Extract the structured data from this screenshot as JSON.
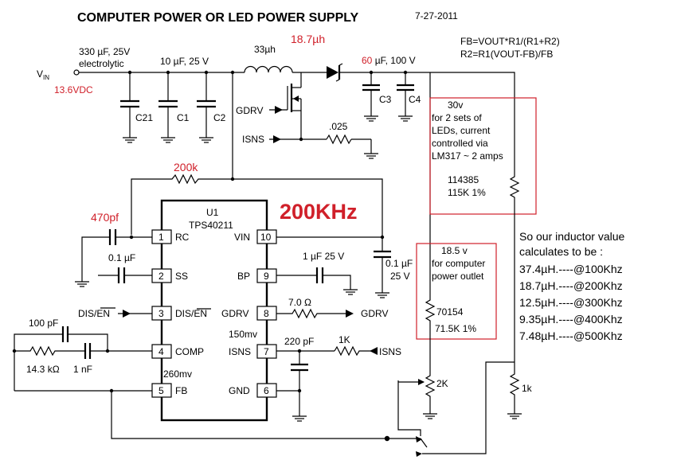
{
  "title": "COMPUTER POWER OR LED POWER SUPPLY",
  "date": "7-27-2011",
  "input": {
    "vin_label": "V",
    "vin_sub": "IN",
    "vin_value": "13.6VDC",
    "bulk_cap": "330 µF, 25V",
    "bulk_cap_type": "electrolytic",
    "cer_cap": "10  µF, 25 V"
  },
  "inductor": {
    "value": "33µh",
    "new_value": "18.7µh"
  },
  "output_cap": {
    "value_red": "60",
    "value_rest": " µF, 100 V"
  },
  "caps": [
    "C21",
    "C1",
    "C2",
    "C3",
    "C4"
  ],
  "formulas": [
    "FB=VOUT*R1/(R1+R2)",
    "R2=R1(VOUT-FB)/FB"
  ],
  "fet": {
    "gdrv": "GDRV",
    "isns": "ISNS"
  },
  "sense_res": ".025",
  "rt": {
    "res": "200k",
    "cap": "470pf"
  },
  "frequency": "200KHz",
  "ic": {
    "ref": "U1",
    "part": "TPS40211",
    "pins_left": [
      {
        "num": "1",
        "name": "RC"
      },
      {
        "num": "2",
        "name": "SS"
      },
      {
        "num": "3",
        "name": "DIS/EN"
      },
      {
        "num": "4",
        "name": "COMP"
      },
      {
        "num": "5",
        "name": "FB"
      }
    ],
    "pins_right": [
      {
        "num": "10",
        "name": "VIN"
      },
      {
        "num": "9",
        "name": "BP"
      },
      {
        "num": "8",
        "name": "GDRV"
      },
      {
        "num": "7",
        "name": "ISNS"
      },
      {
        "num": "6",
        "name": "GND"
      }
    ]
  },
  "ss_cap": "0.1 µF",
  "vin_cap": [
    "0.1 µF",
    "25 V"
  ],
  "bp_cap": "1 µF 25 V",
  "gdrv_res": "7.0 Ω",
  "gdrv_label": "GDRV",
  "isns_res": "1K",
  "isns_label": "ISNS",
  "isns_cap": "220 pF",
  "dis_en_label": "DIS/EN",
  "comp": {
    "cap1": "100 pF",
    "res": "14.3 kΩ",
    "cap2": "1 nF"
  },
  "notes": {
    "isns_mv": "150mv",
    "fb_mv": "260mv"
  },
  "led_box": {
    "lines": [
      "30v",
      "for 2 sets of",
      "LEDs, current",
      "controlled via",
      "LM317 ~ 2 amps"
    ],
    "res_code": "114385",
    "res_value": "115K  1%"
  },
  "pc_box": {
    "lines": [
      "18.5 v",
      "for computer",
      "power outlet"
    ],
    "res_code": "70154",
    "res_value": "71.5K 1%"
  },
  "pot": "2K",
  "bottom_res": "1k",
  "inductor_table": {
    "heading": [
      "So our inductor value",
      "calculates to be :"
    ],
    "rows": [
      "37.4µH.----@100Khz",
      "18.7µH.----@200Khz",
      "12.5µH.----@300Khz",
      "9.35µH.----@400Khz",
      "7.48µH.----@500Khz"
    ]
  }
}
